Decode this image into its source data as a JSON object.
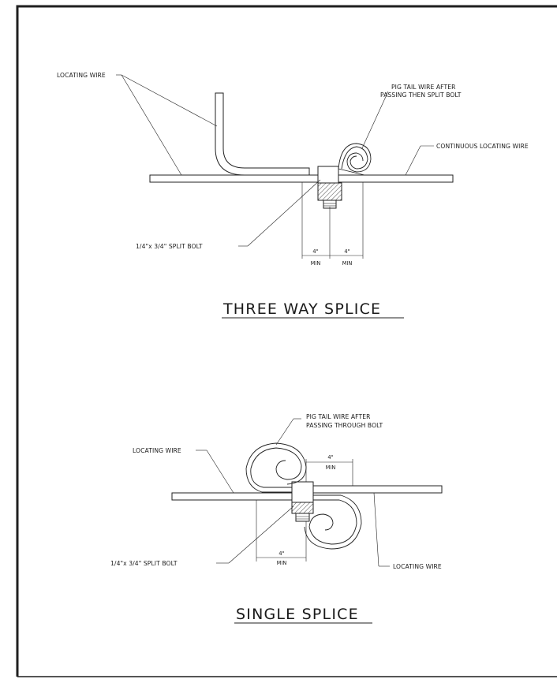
{
  "colors": {
    "ink": "#1a1a1a",
    "paper": "#ffffff",
    "frame": "#1f1f1f"
  },
  "three_way": {
    "title": "THREE WAY SPLICE",
    "locating_wire_label": "LOCATING WIRE",
    "pigtail_label_line1": "PIG TAIL WIRE AFTER",
    "pigtail_label_line2": "PASSING THEN SPLIT BOLT",
    "continuous_label": "CONTINUOUS LOCATING WIRE",
    "bolt_label": "1/4\"x 3/4\" SPLIT BOLT",
    "dim_left_value": "4\"",
    "dim_left_unit": "MIN",
    "dim_right_value": "4\"",
    "dim_right_unit": "MIN"
  },
  "single": {
    "title": "SINGLE SPLICE",
    "pigtail_label_line1": "PIG TAIL WIRE AFTER",
    "pigtail_label_line2": "PASSING THROUGH BOLT",
    "locating_wire_left_label": "LOCATING WIRE",
    "dim_top_value": "4\"",
    "dim_top_unit": "MIN",
    "dim_bottom_value": "4\"",
    "dim_bottom_unit": "MIN",
    "bolt_label": "1/4\"x 3/4\" SPLIT BOLT",
    "locating_wire_right_label": "LOCATING WIRE"
  }
}
